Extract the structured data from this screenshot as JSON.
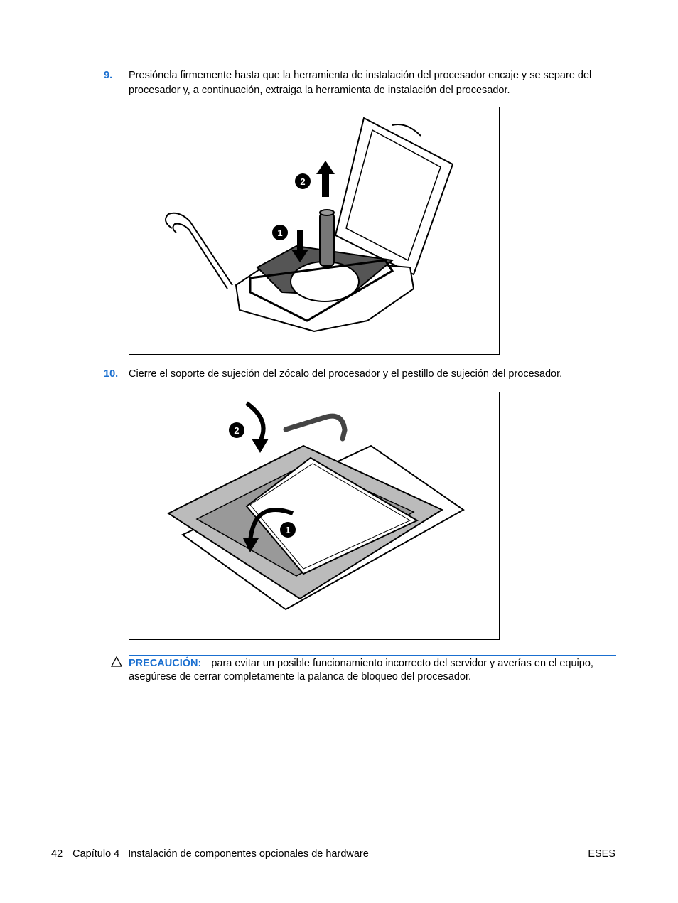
{
  "steps": [
    {
      "number": "9.",
      "text": "Presiónela firmemente hasta que la herramienta de instalación del procesador encaje y se separe del procesador y, a continuación, extraiga la herramienta de instalación del procesador."
    },
    {
      "number": "10.",
      "text": "Cierre el soporte de sujeción del zócalo del procesador y el pestillo de sujeción del procesador."
    }
  ],
  "figure1": {
    "callouts": [
      "1",
      "2"
    ]
  },
  "figure2": {
    "callouts": [
      "1",
      "2"
    ]
  },
  "caution": {
    "label": "PRECAUCIÓN:",
    "text": "para evitar un posible funcionamiento incorrecto del servidor y averías en el equipo, asegúrese de cerrar completamente la palanca de bloqueo del procesador.",
    "icon": "warning-triangle-icon"
  },
  "footer": {
    "page": "42",
    "chapter": "Capítulo 4",
    "title": "Instalación de componentes opcionales de hardware",
    "locale": "ESES"
  },
  "colors": {
    "accent": "#1a6fd0",
    "border": "#000000"
  }
}
